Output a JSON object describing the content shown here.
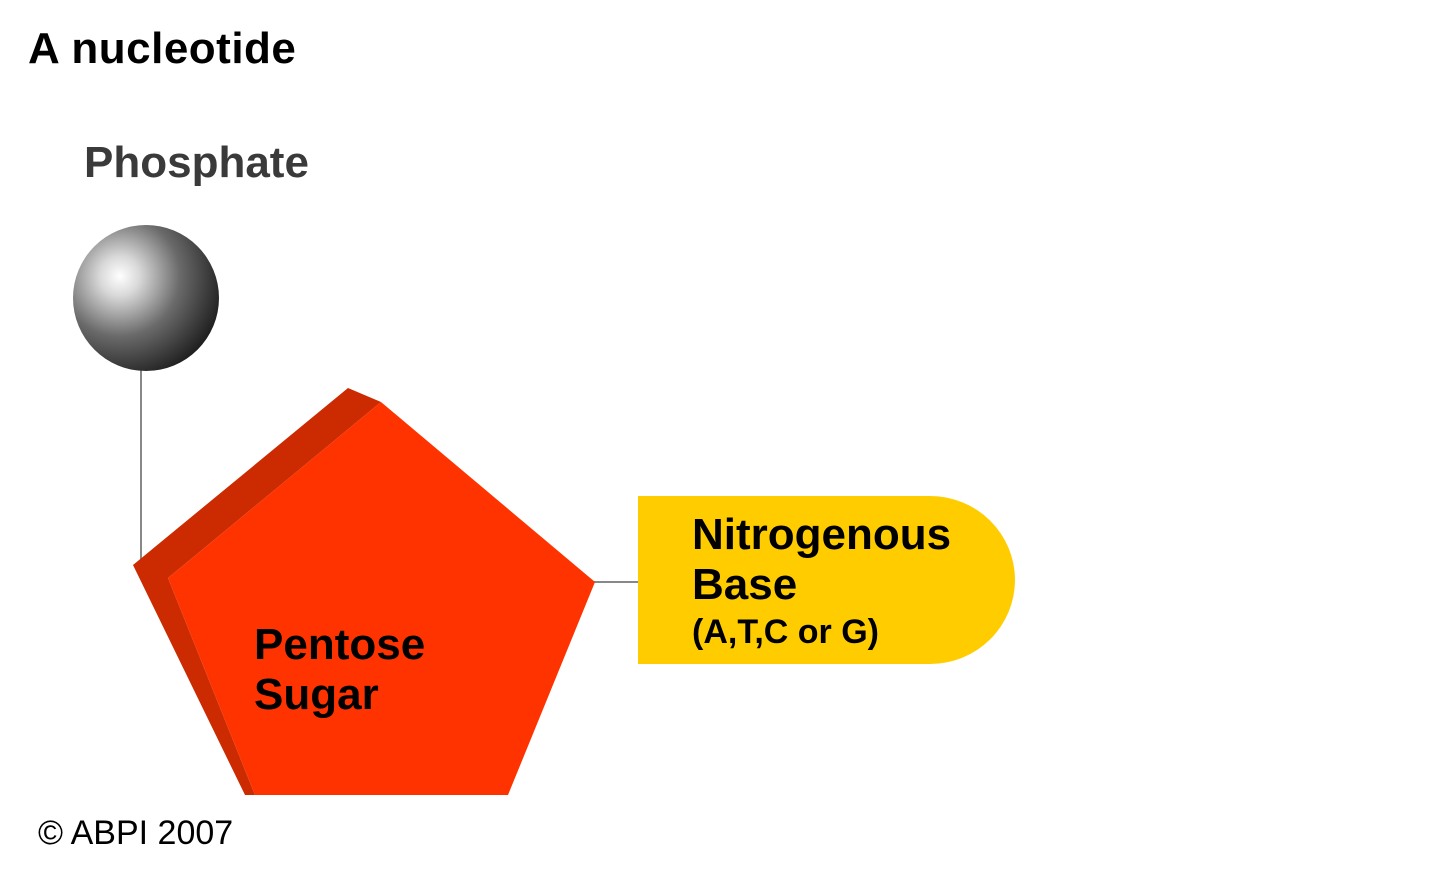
{
  "title": "A nucleotide",
  "phosphate": {
    "label": "Phosphate"
  },
  "sugar": {
    "label_line1": "Pentose",
    "label_line2": "Sugar"
  },
  "base": {
    "label_line1": "Nitrogenous",
    "label_line2": "Base",
    "label_sub": "(A,T,C or G)"
  },
  "copyright": "© ABPI 2007",
  "colors": {
    "sugar_face": "#ff3300",
    "sugar_side": "#cc2a00",
    "base_fill": "#ffcc00",
    "phosphate_light": "#ffffff",
    "phosphate_dark": "#1a1a1a",
    "connector": "#888888"
  }
}
